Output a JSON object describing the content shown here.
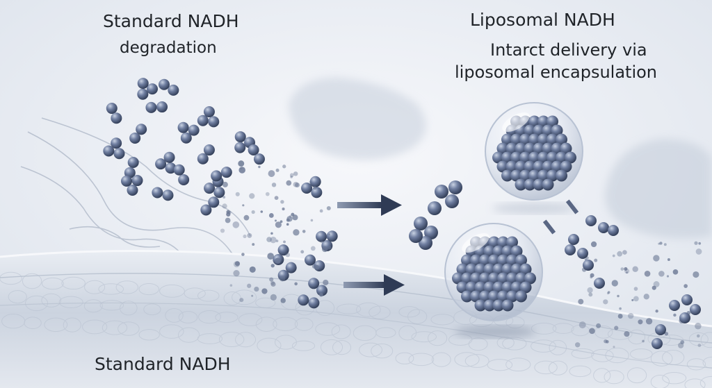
{
  "labels": {
    "left_title": "Standard NADH",
    "left_subtitle": "degradation",
    "right_title": "Liposomal NADH",
    "right_subtitle_line1": "Intarct delivery via",
    "right_subtitle_line2": "liposomal encapsulation",
    "bottom_label": "Standard NADH"
  },
  "colors": {
    "background": "#eef1f6",
    "molecule": "#5d6c8c",
    "arrow": "#3d4b66",
    "membrane": "#c8d1de",
    "text": "#1f2328"
  }
}
